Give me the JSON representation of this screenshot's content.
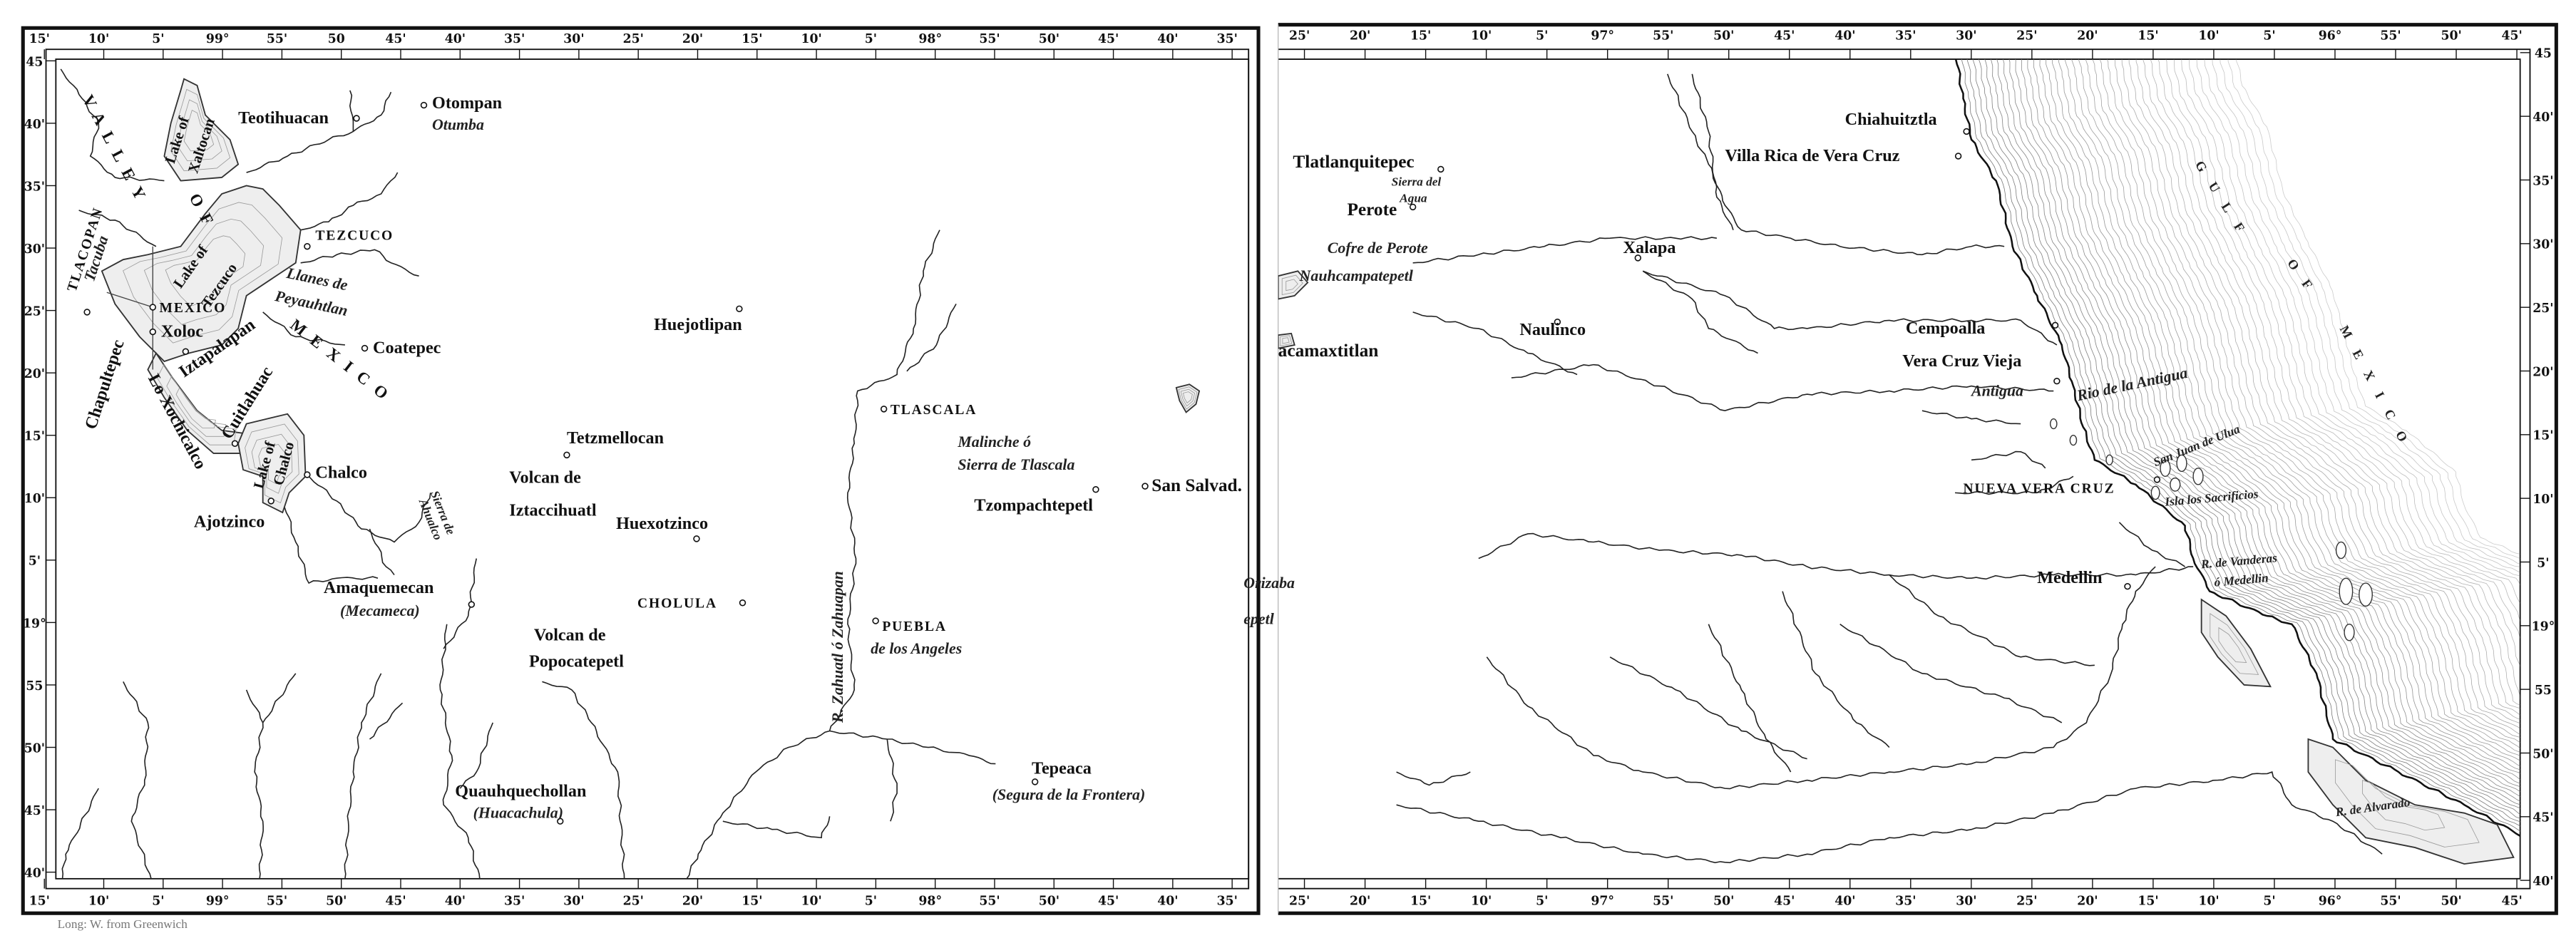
{
  "left_panel": {
    "lon_top": [
      "15'",
      "10'",
      "5'",
      "99°",
      "55'",
      "50",
      "45'",
      "40'",
      "35'",
      "30'",
      "25'",
      "20'",
      "15'",
      "10'",
      "5'",
      "98°",
      "55'",
      "50'",
      "45'",
      "40'",
      "35'"
    ],
    "lon_bottom": [
      "15'",
      "10'",
      "5'",
      "99°",
      "55'",
      "50'",
      "45'",
      "40'",
      "35'",
      "30'",
      "25'",
      "20'",
      "15'",
      "10'",
      "5'",
      "98°",
      "55'",
      "50'",
      "45'",
      "40'",
      "35'"
    ],
    "lat": [
      "45",
      "40'",
      "35'",
      "30'",
      "25'",
      "20'",
      "15'",
      "10'",
      "5'",
      "19°",
      "55",
      "50'",
      "45'",
      "40'"
    ],
    "footer": "Long: W. from Greenwich",
    "labels": [
      {
        "text": "VALLEY",
        "kind": "region"
      },
      {
        "text": "OF",
        "kind": "region"
      },
      {
        "text": "MEXICO",
        "kind": "region"
      },
      {
        "text": "Lake of",
        "kind": "lake"
      },
      {
        "text": "Xaltocan",
        "kind": "lake"
      },
      {
        "text": "TLACOPAN",
        "kind": "city"
      },
      {
        "text": "Tacuba",
        "kind": "alt-name"
      },
      {
        "text": "Lake of",
        "kind": "lake"
      },
      {
        "text": "Tezcuco",
        "kind": "lake"
      },
      {
        "text": "TEZCUCO",
        "kind": "city"
      },
      {
        "text": "Llanes de",
        "kind": "plain"
      },
      {
        "text": "Peyauhtlan",
        "kind": "plain"
      },
      {
        "text": "MEXICO",
        "kind": "city"
      },
      {
        "text": "Xoloc",
        "kind": "town"
      },
      {
        "text": "Iztapalapan",
        "kind": "town"
      },
      {
        "text": "Coatepec",
        "kind": "town"
      },
      {
        "text": "Chapultepec",
        "kind": "town"
      },
      {
        "text": "Lo Xochicalco",
        "kind": "lake"
      },
      {
        "text": "Cuitlahuac",
        "kind": "town"
      },
      {
        "text": "Lake of",
        "kind": "lake"
      },
      {
        "text": "Chalco",
        "kind": "lake"
      },
      {
        "text": "Chalco",
        "kind": "town"
      },
      {
        "text": "Ajotzinco",
        "kind": "town"
      },
      {
        "text": "Sierra de",
        "kind": "mountain"
      },
      {
        "text": "Ahualco",
        "kind": "mountain"
      },
      {
        "text": "Amaquemecan",
        "kind": "town"
      },
      {
        "text": "(Mecameca)",
        "kind": "alt-name"
      },
      {
        "text": "Teotihuacan",
        "kind": "town"
      },
      {
        "text": "Otompan",
        "kind": "town"
      },
      {
        "text": "Otumba",
        "kind": "alt-name"
      },
      {
        "text": "Huejotlipan",
        "kind": "town"
      },
      {
        "text": "Tetzmellocan",
        "kind": "town"
      },
      {
        "text": "Volcan de",
        "kind": "mountain"
      },
      {
        "text": "Iztaccihuatl",
        "kind": "mountain"
      },
      {
        "text": "Huexotzinco",
        "kind": "town"
      },
      {
        "text": "CHOLULA",
        "kind": "city"
      },
      {
        "text": "Volcan de",
        "kind": "mountain"
      },
      {
        "text": "Popocatepetl",
        "kind": "mountain"
      },
      {
        "text": "Quauhquechollan",
        "kind": "town"
      },
      {
        "text": "(Huacachula)",
        "kind": "alt-name"
      },
      {
        "text": "R. Zahuatl ó Zahuapan",
        "kind": "river"
      },
      {
        "text": "TLASCALA",
        "kind": "city"
      },
      {
        "text": "Malinche ó",
        "kind": "mountain"
      },
      {
        "text": "Sierra de Tlascala",
        "kind": "mountain"
      },
      {
        "text": "Tzompachtepetl",
        "kind": "town"
      },
      {
        "text": "San Salvad.",
        "kind": "town"
      },
      {
        "text": "PUEBLA",
        "kind": "city"
      },
      {
        "text": "de los Angeles",
        "kind": "alt-name"
      },
      {
        "text": "Tepeaca",
        "kind": "town"
      },
      {
        "text": "(Segura de la Frontera)",
        "kind": "alt-name"
      },
      {
        "text": "Orizaba",
        "kind": "mountain"
      },
      {
        "text": "epetl",
        "kind": "mountain"
      }
    ]
  },
  "right_panel": {
    "lon_top": [
      "25'",
      "20'",
      "15'",
      "10'",
      "5'",
      "97°",
      "55'",
      "50'",
      "45'",
      "40'",
      "35'",
      "30'",
      "25'",
      "20'",
      "15'",
      "10'",
      "5'",
      "96°",
      "55'",
      "50'",
      "45'"
    ],
    "lon_bottom": [
      "25'",
      "20'",
      "15'",
      "10'",
      "5'",
      "97°",
      "55'",
      "50'",
      "45'",
      "40'",
      "35'",
      "30'",
      "25'",
      "20'",
      "15'",
      "10'",
      "5'",
      "96°",
      "55'",
      "50'",
      "45'"
    ],
    "lat": [
      "45",
      "40'",
      "35'",
      "30'",
      "25'",
      "20'",
      "15'",
      "10'",
      "5'",
      "19°",
      "55",
      "50'",
      "45'",
      "40'"
    ],
    "labels": [
      {
        "text": "Tlatlanquitepec",
        "kind": "town"
      },
      {
        "text": "Sierra del",
        "kind": "mountain"
      },
      {
        "text": "Agua",
        "kind": "mountain"
      },
      {
        "text": "Perote",
        "kind": "town"
      },
      {
        "text": "Cofre de Perote",
        "kind": "mountain"
      },
      {
        "text": "Nauhcampatepetl",
        "kind": "mountain"
      },
      {
        "text": "acamaxtitlan",
        "kind": "town"
      },
      {
        "text": "Xalapa",
        "kind": "town"
      },
      {
        "text": "Naulinco",
        "kind": "town"
      },
      {
        "text": "Chiahuitztla",
        "kind": "town"
      },
      {
        "text": "Villa Rica de Vera Cruz",
        "kind": "town"
      },
      {
        "text": "Cempoalla",
        "kind": "town"
      },
      {
        "text": "Vera Cruz Vieja",
        "kind": "town"
      },
      {
        "text": "Antigua",
        "kind": "alt-name"
      },
      {
        "text": "Rio de la Antigua",
        "kind": "river"
      },
      {
        "text": "San Juan de Ulua",
        "kind": "island"
      },
      {
        "text": "NUEVA VERA CRUZ",
        "kind": "city"
      },
      {
        "text": "Isla los Sacrificios",
        "kind": "island"
      },
      {
        "text": "Medellin",
        "kind": "town"
      },
      {
        "text": "R. de Vanderas",
        "kind": "river"
      },
      {
        "text": "ó Medellin",
        "kind": "river"
      },
      {
        "text": "R. de Alvarado",
        "kind": "river"
      },
      {
        "text": "GULF",
        "kind": "sea"
      },
      {
        "text": "OF",
        "kind": "sea"
      },
      {
        "text": "MEXICO",
        "kind": "sea"
      }
    ]
  },
  "colors": {
    "ink": "#111111",
    "paper": "#ffffff",
    "water_fill": "#eeeeee",
    "contour": "#777777"
  }
}
